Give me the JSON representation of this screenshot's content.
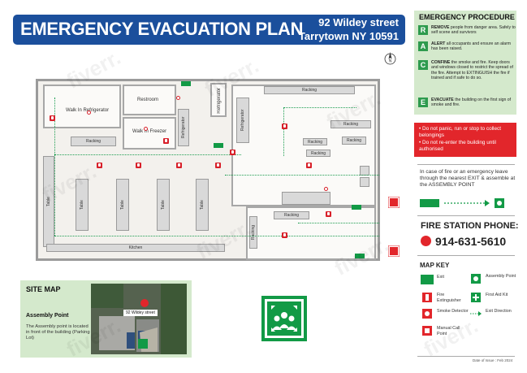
{
  "header": {
    "title": "EMERGENCY EVACUATION PLAN",
    "address_line1": "92 Wildey street",
    "address_line2": "Tarrytown NY 10591"
  },
  "compass": {
    "label": "N"
  },
  "floorplan": {
    "labels": {
      "walk_in_refrigerator": "Walk In Refrigerator",
      "restroom": "Restroom",
      "walk_in_freezer": "Walk In Freezer",
      "refrigerator_top": "Refrigerator",
      "refrigerator_side": "Refrigerator",
      "refrigerator_mid": "Refrigerator",
      "racking_a": "Racking",
      "racking_b": "Racking",
      "racking_c": "Racking",
      "racking_d": "Racking",
      "racking_e": "Racking",
      "racking_f": "Racking",
      "racking_g": "Racking",
      "racking_h": "Racking",
      "table_1": "Table",
      "table_2": "Table",
      "table_3": "Table",
      "table_4": "Table",
      "table_5": "Table",
      "kitchen": "Kitchen"
    }
  },
  "procedure": {
    "title": "EMERGENCY PROCEDURE",
    "steps": [
      {
        "letter": "R",
        "bold": "REMOVE",
        "text": " people from danger area. Safely to self scene and survivors"
      },
      {
        "letter": "A",
        "bold": "ALERT",
        "text": " all occupants and ensure an alarm has been raised."
      },
      {
        "letter": "C",
        "bold": "CONFINE",
        "text": " the smoke and fire. Keep doors and windows closed to restrict the spread of the fire. Attempt to EXTINGUISH the fire if trained and if safe to do so."
      },
      {
        "letter": "E",
        "bold": "EVACUATE",
        "text": " the building on the first sign of smoke and fire."
      }
    ]
  },
  "warnings": [
    "• Do not panic, run or stop to collect belongings",
    "• Do not re-enter the building until authorised"
  ],
  "fire_note": {
    "text": "In case of fire or an emergency leave through the nearest EXIT & assemble at the ASSEMBLY POINT"
  },
  "fire_station": {
    "heading": "FIRE STATION PHONE:",
    "phone": "914-631-5610"
  },
  "map_key": {
    "title": "MAP KEY",
    "items": [
      {
        "icon": "exit-sign-icon",
        "label": "Exit"
      },
      {
        "icon": "assembly-point-icon",
        "label": "Assembly Point"
      },
      {
        "icon": "fire-extinguisher-icon",
        "label": "Fire Extinguisher"
      },
      {
        "icon": "first-aid-kit-icon",
        "label": "First Aid Kit"
      },
      {
        "icon": "smoke-detector-icon",
        "label": "Smoke Detector"
      },
      {
        "icon": "exit-direction-icon",
        "label": "Exit Direction"
      },
      {
        "icon": "manual-call-point-icon",
        "label": "Manual Call Point"
      }
    ]
  },
  "issue_date": "Date of Issue : Feb 2024",
  "site_map": {
    "title": "SITE MAP",
    "assembly_heading": "Assembly Point",
    "assembly_desc": "The Assembly point is located in front of the building (Parking Lot)",
    "pin_label": "92 Wildey street"
  },
  "watermark": "fiverr.",
  "colors": {
    "title_bar": "#1b4f9c",
    "procedure_bg": "#d4e9cc",
    "step_badge": "#2e9b4e",
    "warning_bg": "#e2262b",
    "exit_green": "#129a46"
  }
}
